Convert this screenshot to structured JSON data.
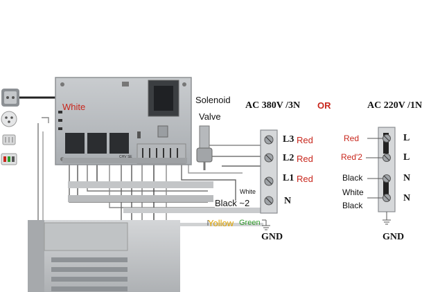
{
  "controller": {
    "wire_white": "White",
    "solenoid_line1": "Solenoid",
    "solenoid_line2": "Valve",
    "chip_label": "CHV SE"
  },
  "supply_3phase": {
    "title": "AC 380V /3N",
    "terminals": [
      {
        "name": "L3",
        "color": "Red"
      },
      {
        "name": "L2",
        "color": "Red"
      },
      {
        "name": "L1",
        "color": "Red"
      },
      {
        "name": "N",
        "color": ""
      }
    ],
    "white_label": "White",
    "black_label": "Black ~2",
    "ground_yellow": "Yollow",
    "ground_green": "Green",
    "ground_label": "GND"
  },
  "or_label": "OR",
  "supply_1phase": {
    "title": "AC 220V /1N",
    "terminals": [
      {
        "name": "L",
        "color": "Red"
      },
      {
        "name": "L",
        "color": "Red'2"
      },
      {
        "name": "N",
        "color": "Black"
      },
      {
        "name": "N",
        "color": "White"
      }
    ],
    "extra_label": "Black",
    "ground_label": "GND"
  }
}
